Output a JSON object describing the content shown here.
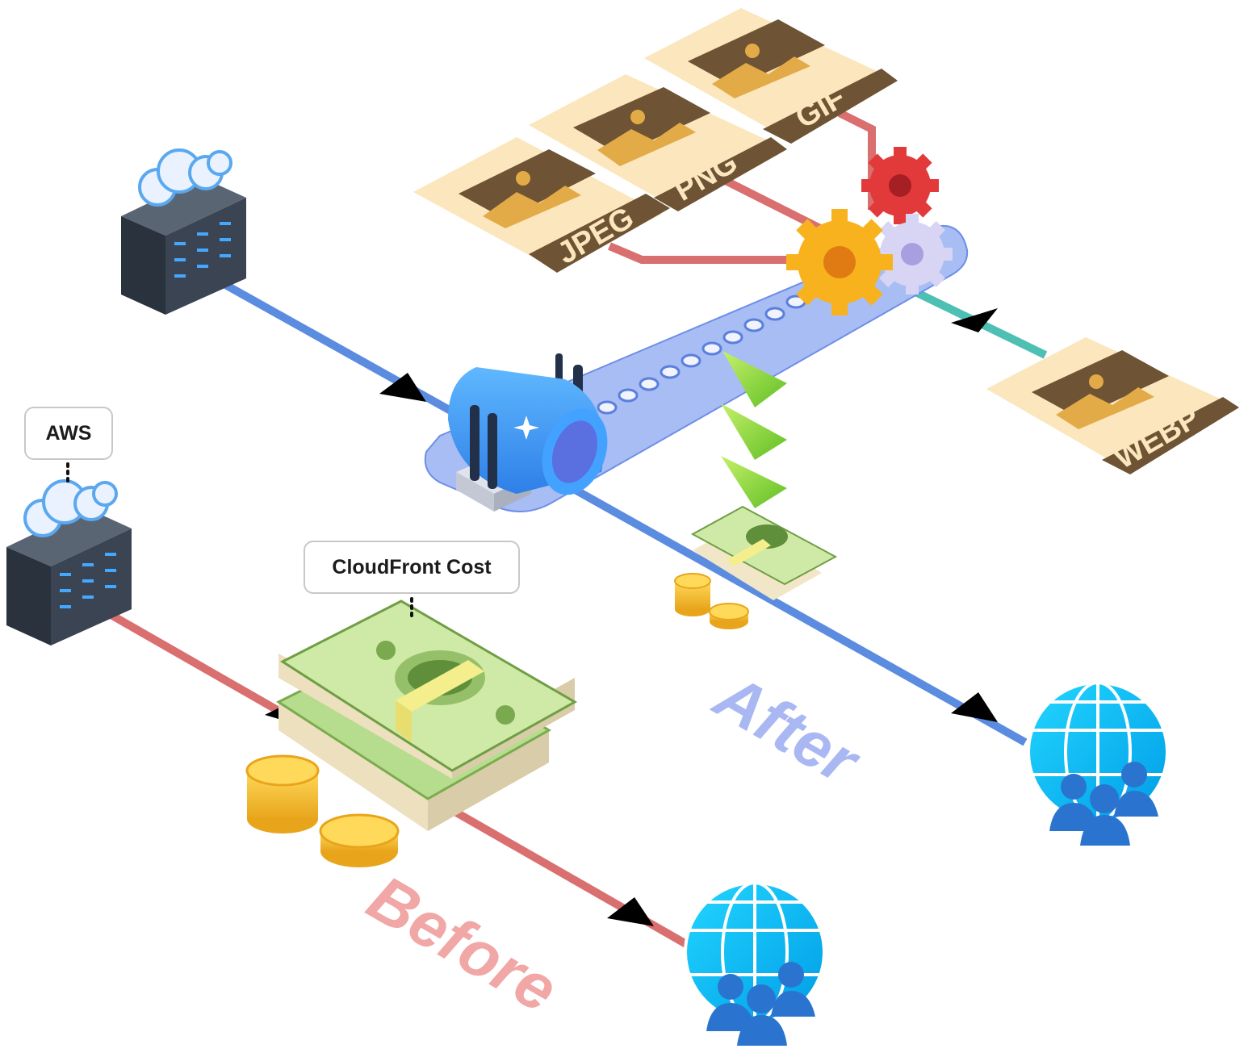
{
  "callouts": {
    "aws": "AWS",
    "cost": "CloudFront Cost"
  },
  "formats": {
    "jpeg": "JPEG",
    "png": "PNG",
    "gif": "GIF",
    "webp": "WEBP"
  },
  "labels": {
    "before": "Before",
    "after": "After"
  },
  "colors": {
    "before_line": "#d96f6e",
    "after_line": "#5b8ce0",
    "output_line": "#4dbfb3",
    "before_text": "#f0a7a5",
    "after_text": "#a9b8f2",
    "belt": "#a7bdf3",
    "card": "#fbe6bd",
    "card_dark": "#6e5334"
  },
  "icons": {
    "origin_server": "cloud-server-rack-icon",
    "aws_server": "cloud-server-rack-icon",
    "processor": "image-processing-pipeline-icon",
    "gears": "gears-icon",
    "money_large": "money-stack-icon",
    "money_small": "money-stack-icon",
    "viewers": "globe-users-icon"
  }
}
